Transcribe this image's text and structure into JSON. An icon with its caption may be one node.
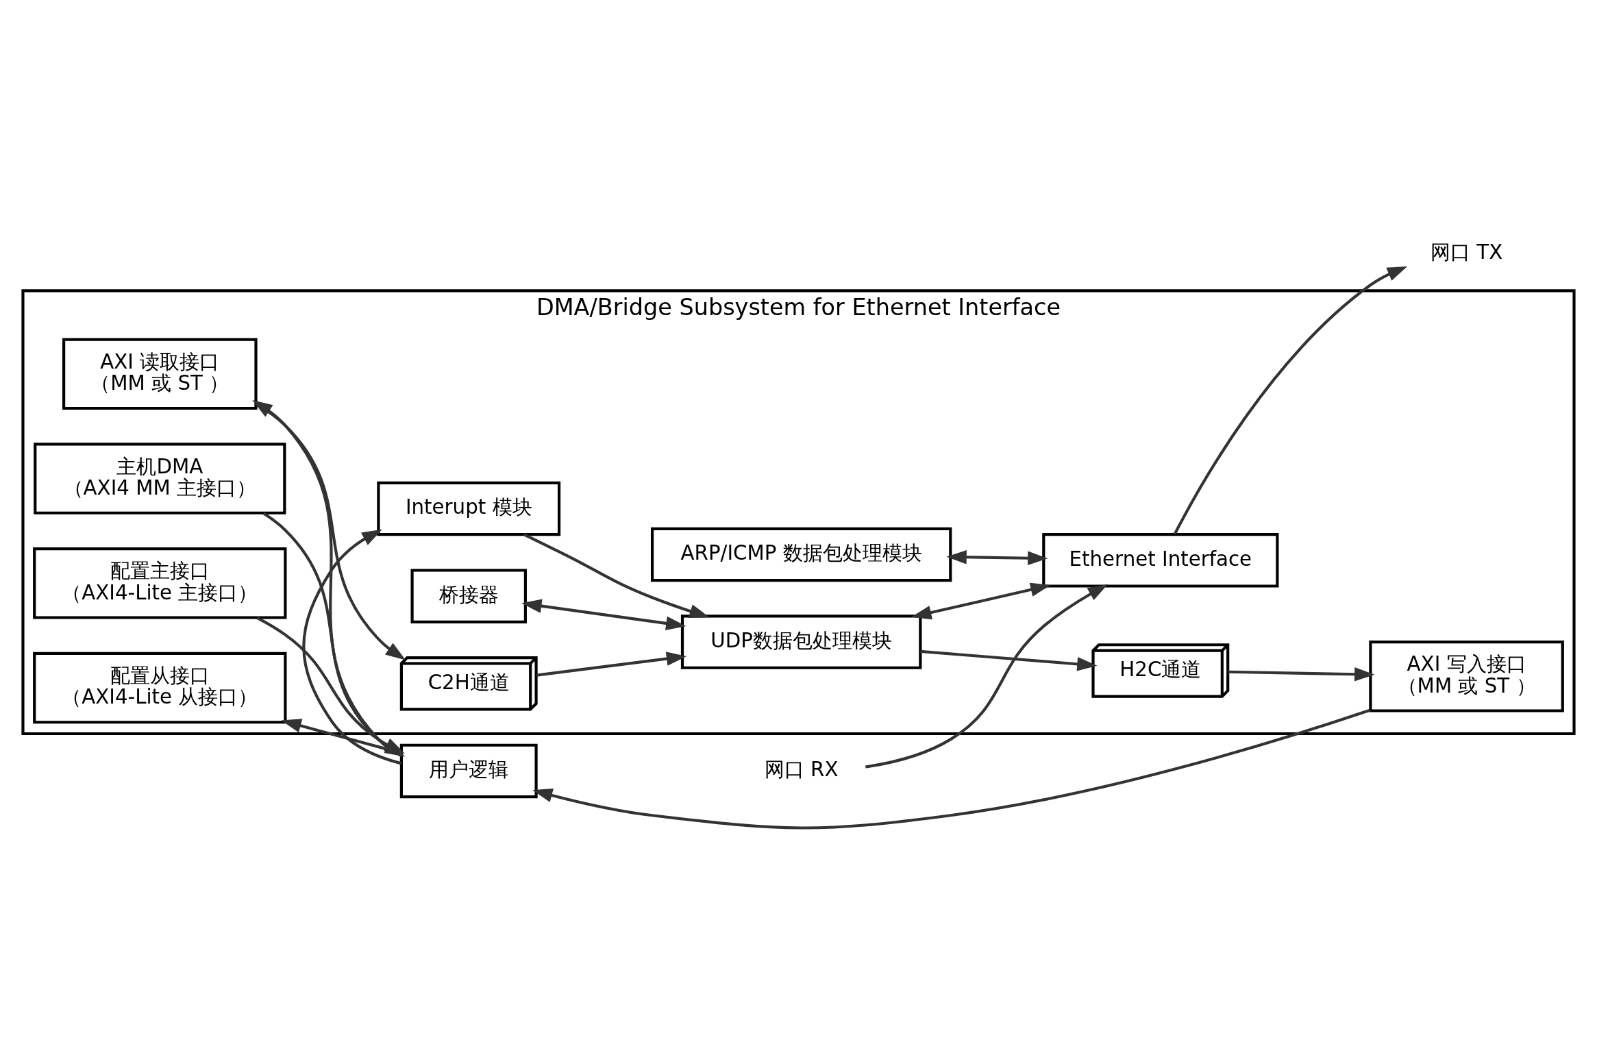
{
  "diagram": {
    "nodes": [
      {
        "text": [
          "DMA/Bridge Subsystem for Ethernet Interface"
        ]
      },
      {
        "text": [
          "用户逻辑"
        ]
      },
      {
        "text": [
          "AXI 写入接口",
          "（MM 或 ST ）"
        ],
        "in": 0
      },
      {
        "text": [
          "H2C通道"
        ],
        "in": 0
      },
      {
        "text": [
          "AXI 读取接口",
          "（MM 或 ST ）"
        ],
        "in": 0
      },
      {
        "text": [
          "C2H通道"
        ],
        "in": 0
      },
      {
        "text": [
          "Interupt 模块"
        ],
        "in": 0
      },
      {
        "text": [
          "配置主接口",
          "（AXI4-Lite 主接口）"
        ],
        "in": 0
      },
      {
        "text": [
          "配置从接口",
          "（AXI4-Lite 从接口）"
        ],
        "in": 0
      },
      {
        "text": [
          "主机DMA",
          "（AXI4 MM 主接口）"
        ],
        "in": 0
      },
      {
        "text": [
          "桥接器"
        ],
        "in": 0
      },
      {
        "text": [
          "UDP数据包处理模块"
        ],
        "in": 0
      },
      {
        "text": [
          "ARP/ICMP 数据包处理模块"
        ],
        "in": 0
      },
      {
        "text": [
          "Ethernet Interface"
        ],
        "in": 0
      },
      {
        "text": [
          "网口 RX"
        ]
      },
      {
        "text": [
          "网口 TX"
        ]
      }
    ],
    "edges": [
      {
        "from": 2,
        "to": 1,
        "arrow": "to"
      },
      {
        "from": 3,
        "to": 2,
        "arrow": "to"
      },
      {
        "from": 11,
        "to": 3,
        "arrow": "to"
      },
      {
        "from": 1,
        "to": 4,
        "arrow": "to"
      },
      {
        "from": 4,
        "to": 5,
        "arrow": "to"
      },
      {
        "from": 5,
        "to": 11,
        "arrow": "to"
      },
      {
        "from": 1,
        "to": 6,
        "arrow": "to"
      },
      {
        "from": 6,
        "to": 11,
        "arrow": "to"
      },
      {
        "from": 7,
        "to": 1,
        "arrow": "to"
      },
      {
        "from": 1,
        "to": 8,
        "arrow": "to"
      },
      {
        "from": 9,
        "to": 1,
        "arrow": "to"
      },
      {
        "from": 10,
        "to": 11,
        "arrow": "both"
      },
      {
        "from": 11,
        "to": 13,
        "arrow": "both"
      },
      {
        "from": 12,
        "to": 13,
        "arrow": "both"
      },
      {
        "from": 14,
        "to": 13,
        "arrow": "to"
      },
      {
        "from": 13,
        "to": 15,
        "arrow": "to"
      }
    ]
  }
}
